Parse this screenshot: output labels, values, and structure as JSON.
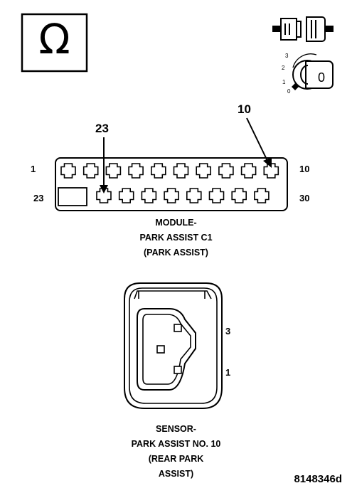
{
  "ohm_symbol": "Ω",
  "ignition": {
    "key_label": "0",
    "positions": [
      "3",
      "2",
      "1",
      "0"
    ]
  },
  "module_connector": {
    "callout_left": "23",
    "callout_right": "10",
    "row1_left_pin": "1",
    "row1_right_pin": "10",
    "row2_left_pin": "23",
    "row2_right_pin": "30",
    "caption_lines": [
      "MODULE-",
      "PARK ASSIST C1",
      "(PARK ASSIST)"
    ]
  },
  "sensor_connector": {
    "pin_top": "3",
    "pin_bottom": "1",
    "caption_lines": [
      "SENSOR-",
      "PARK ASSIST NO. 10",
      "(REAR PARK",
      "ASSIST)"
    ]
  },
  "figure_id": "8148346d"
}
